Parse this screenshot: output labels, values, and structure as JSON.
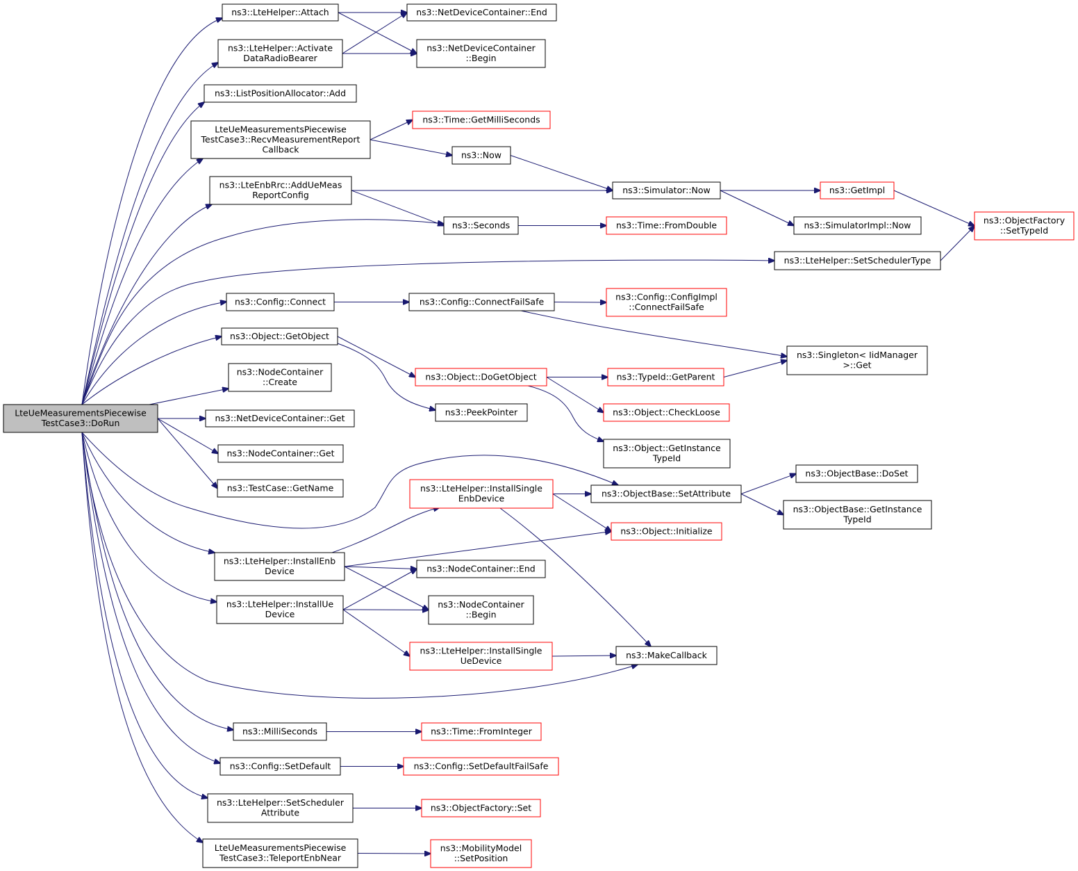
{
  "colors": {
    "edge": "#191970",
    "box_border": "#000000",
    "truncated_border": "#ff0000",
    "root_fill": "#bfbfbf"
  },
  "nodes": [
    {
      "id": "root",
      "lines": [
        "LteUeMeasurementsPiecewise",
        "TestCase3::DoRun"
      ],
      "style": "root"
    },
    {
      "id": "attach",
      "lines": [
        "ns3::LteHelper::Attach"
      ],
      "style": "normal"
    },
    {
      "id": "activate",
      "lines": [
        "ns3::LteHelper::Activate",
        "DataRadioBearer"
      ],
      "style": "normal"
    },
    {
      "id": "listpos",
      "lines": [
        "ns3::ListPositionAllocator::Add"
      ],
      "style": "normal"
    },
    {
      "id": "recvmeas",
      "lines": [
        "LteUeMeasurementsPiecewise",
        "TestCase3::RecvMeasurementReport",
        "Callback"
      ],
      "style": "normal"
    },
    {
      "id": "addue",
      "lines": [
        "ns3::LteEnbRrc::AddUeMeas",
        "ReportConfig"
      ],
      "style": "normal"
    },
    {
      "id": "cfgconnect",
      "lines": [
        "ns3::Config::Connect"
      ],
      "style": "normal"
    },
    {
      "id": "getobject",
      "lines": [
        "ns3::Object::GetObject"
      ],
      "style": "normal"
    },
    {
      "id": "nccreate",
      "lines": [
        "ns3::NodeContainer",
        "::Create"
      ],
      "style": "normal"
    },
    {
      "id": "ndcget",
      "lines": [
        "ns3::NetDeviceContainer::Get"
      ],
      "style": "normal"
    },
    {
      "id": "ncget",
      "lines": [
        "ns3::NodeContainer::Get"
      ],
      "style": "normal"
    },
    {
      "id": "tcgetname",
      "lines": [
        "ns3::TestCase::GetName"
      ],
      "style": "normal"
    },
    {
      "id": "installenb",
      "lines": [
        "ns3::LteHelper::InstallEnb",
        "Device"
      ],
      "style": "normal"
    },
    {
      "id": "installue",
      "lines": [
        "ns3::LteHelper::InstallUe",
        "Device"
      ],
      "style": "normal"
    },
    {
      "id": "millisec",
      "lines": [
        "ns3::MilliSeconds"
      ],
      "style": "normal"
    },
    {
      "id": "setdefault",
      "lines": [
        "ns3::Config::SetDefault"
      ],
      "style": "normal"
    },
    {
      "id": "setschedattr",
      "lines": [
        "ns3::LteHelper::SetScheduler",
        "Attribute"
      ],
      "style": "normal"
    },
    {
      "id": "teleport",
      "lines": [
        "LteUeMeasurementsPiecewise",
        "TestCase3::TeleportEnbNear"
      ],
      "style": "normal"
    },
    {
      "id": "ndcend",
      "lines": [
        "ns3::NetDeviceContainer::End"
      ],
      "style": "normal"
    },
    {
      "id": "ndcbegin",
      "lines": [
        "ns3::NetDeviceContainer",
        "::Begin"
      ],
      "style": "normal"
    },
    {
      "id": "getmilli",
      "lines": [
        "ns3::Time::GetMilliSeconds"
      ],
      "style": "red"
    },
    {
      "id": "now",
      "lines": [
        "ns3::Now"
      ],
      "style": "normal"
    },
    {
      "id": "simnow",
      "lines": [
        "ns3::Simulator::Now"
      ],
      "style": "normal"
    },
    {
      "id": "seconds",
      "lines": [
        "ns3::Seconds"
      ],
      "style": "normal"
    },
    {
      "id": "setschedtype",
      "lines": [
        "ns3::LteHelper::SetSchedulerType"
      ],
      "style": "normal"
    },
    {
      "id": "connectfs",
      "lines": [
        "ns3::Config::ConnectFailSafe"
      ],
      "style": "normal"
    },
    {
      "id": "dogetobject",
      "lines": [
        "ns3::Object::DoGetObject"
      ],
      "style": "red"
    },
    {
      "id": "peekptr",
      "lines": [
        "ns3::PeekPointer"
      ],
      "style": "normal"
    },
    {
      "id": "installsingleenb",
      "lines": [
        "ns3::LteHelper::InstallSingle",
        "EnbDevice"
      ],
      "style": "red"
    },
    {
      "id": "ncend",
      "lines": [
        "ns3::NodeContainer::End"
      ],
      "style": "normal"
    },
    {
      "id": "ncbegin",
      "lines": [
        "ns3::NodeContainer",
        "::Begin"
      ],
      "style": "normal"
    },
    {
      "id": "installsingleue",
      "lines": [
        "ns3::LteHelper::InstallSingle",
        "UeDevice"
      ],
      "style": "red"
    },
    {
      "id": "fromint",
      "lines": [
        "ns3::Time::FromInteger"
      ],
      "style": "red"
    },
    {
      "id": "setdefaultfs",
      "lines": [
        "ns3::Config::SetDefaultFailSafe"
      ],
      "style": "red"
    },
    {
      "id": "ofset",
      "lines": [
        "ns3::ObjectFactory::Set"
      ],
      "style": "red"
    },
    {
      "id": "setpos",
      "lines": [
        "ns3::MobilityModel",
        "::SetPosition"
      ],
      "style": "red"
    },
    {
      "id": "getimpl",
      "lines": [
        "ns3::GetImpl"
      ],
      "style": "red"
    },
    {
      "id": "simimplnow",
      "lines": [
        "ns3::SimulatorImpl::Now"
      ],
      "style": "normal"
    },
    {
      "id": "fromdouble",
      "lines": [
        "ns3::Time::FromDouble"
      ],
      "style": "red"
    },
    {
      "id": "cfgimplconn",
      "lines": [
        "ns3::Config::ConfigImpl",
        "::ConnectFailSafe"
      ],
      "style": "red"
    },
    {
      "id": "singletonget",
      "lines": [
        "ns3::Singleton< IidManager",
        " >::Get"
      ],
      "style": "normal"
    },
    {
      "id": "getparent",
      "lines": [
        "ns3::TypeId::GetParent"
      ],
      "style": "red"
    },
    {
      "id": "checkloose",
      "lines": [
        "ns3::Object::CheckLoose"
      ],
      "style": "red"
    },
    {
      "id": "getinsttype",
      "lines": [
        "ns3::Object::GetInstance",
        "TypeId"
      ],
      "style": "normal"
    },
    {
      "id": "setattr",
      "lines": [
        "ns3::ObjectBase::SetAttribute"
      ],
      "style": "normal"
    },
    {
      "id": "initialize",
      "lines": [
        "ns3::Object::Initialize"
      ],
      "style": "red"
    },
    {
      "id": "makecb",
      "lines": [
        "ns3::MakeCallback"
      ],
      "style": "normal"
    },
    {
      "id": "doset",
      "lines": [
        "ns3::ObjectBase::DoSet"
      ],
      "style": "normal"
    },
    {
      "id": "obgetinst",
      "lines": [
        "ns3::ObjectBase::GetInstance",
        "TypeId"
      ],
      "style": "normal"
    },
    {
      "id": "ofsettypeid",
      "lines": [
        "ns3::ObjectFactory",
        "::SetTypeId"
      ],
      "style": "red"
    }
  ],
  "edges": [
    [
      "root",
      "attach"
    ],
    [
      "root",
      "activate"
    ],
    [
      "root",
      "listpos"
    ],
    [
      "root",
      "recvmeas"
    ],
    [
      "root",
      "addue"
    ],
    [
      "root",
      "seconds"
    ],
    [
      "root",
      "setschedtype"
    ],
    [
      "root",
      "cfgconnect"
    ],
    [
      "root",
      "getobject"
    ],
    [
      "root",
      "nccreate"
    ],
    [
      "root",
      "ndcget"
    ],
    [
      "root",
      "ncget"
    ],
    [
      "root",
      "tcgetname"
    ],
    [
      "root",
      "setattr"
    ],
    [
      "root",
      "installenb"
    ],
    [
      "root",
      "installue"
    ],
    [
      "root",
      "makecb"
    ],
    [
      "root",
      "millisec"
    ],
    [
      "root",
      "setdefault"
    ],
    [
      "root",
      "setschedattr"
    ],
    [
      "root",
      "teleport"
    ],
    [
      "attach",
      "ndcend"
    ],
    [
      "attach",
      "ndcbegin"
    ],
    [
      "activate",
      "ndcend"
    ],
    [
      "activate",
      "ndcbegin"
    ],
    [
      "recvmeas",
      "getmilli"
    ],
    [
      "recvmeas",
      "now"
    ],
    [
      "now",
      "simnow"
    ],
    [
      "addue",
      "simnow"
    ],
    [
      "addue",
      "seconds"
    ],
    [
      "simnow",
      "getimpl"
    ],
    [
      "simnow",
      "simimplnow"
    ],
    [
      "getimpl",
      "ofsettypeid"
    ],
    [
      "seconds",
      "fromdouble"
    ],
    [
      "setschedtype",
      "ofsettypeid"
    ],
    [
      "cfgconnect",
      "connectfs"
    ],
    [
      "connectfs",
      "cfgimplconn"
    ],
    [
      "connectfs",
      "singletonget"
    ],
    [
      "getobject",
      "dogetobject"
    ],
    [
      "getobject",
      "peekptr"
    ],
    [
      "dogetobject",
      "getparent"
    ],
    [
      "dogetobject",
      "checkloose"
    ],
    [
      "dogetobject",
      "getinsttype"
    ],
    [
      "getparent",
      "singletonget"
    ],
    [
      "installenb",
      "installsingleenb"
    ],
    [
      "installenb",
      "initialize"
    ],
    [
      "installenb",
      "ncend"
    ],
    [
      "installenb",
      "ncbegin"
    ],
    [
      "installue",
      "ncend"
    ],
    [
      "installue",
      "ncbegin"
    ],
    [
      "installue",
      "installsingleue"
    ],
    [
      "installsingleenb",
      "setattr"
    ],
    [
      "installsingleenb",
      "initialize"
    ],
    [
      "installsingleenb",
      "makecb"
    ],
    [
      "installsingleue",
      "makecb"
    ],
    [
      "setattr",
      "doset"
    ],
    [
      "setattr",
      "obgetinst"
    ],
    [
      "millisec",
      "fromint"
    ],
    [
      "setdefault",
      "setdefaultfs"
    ],
    [
      "setschedattr",
      "ofset"
    ],
    [
      "teleport",
      "setpos"
    ]
  ]
}
